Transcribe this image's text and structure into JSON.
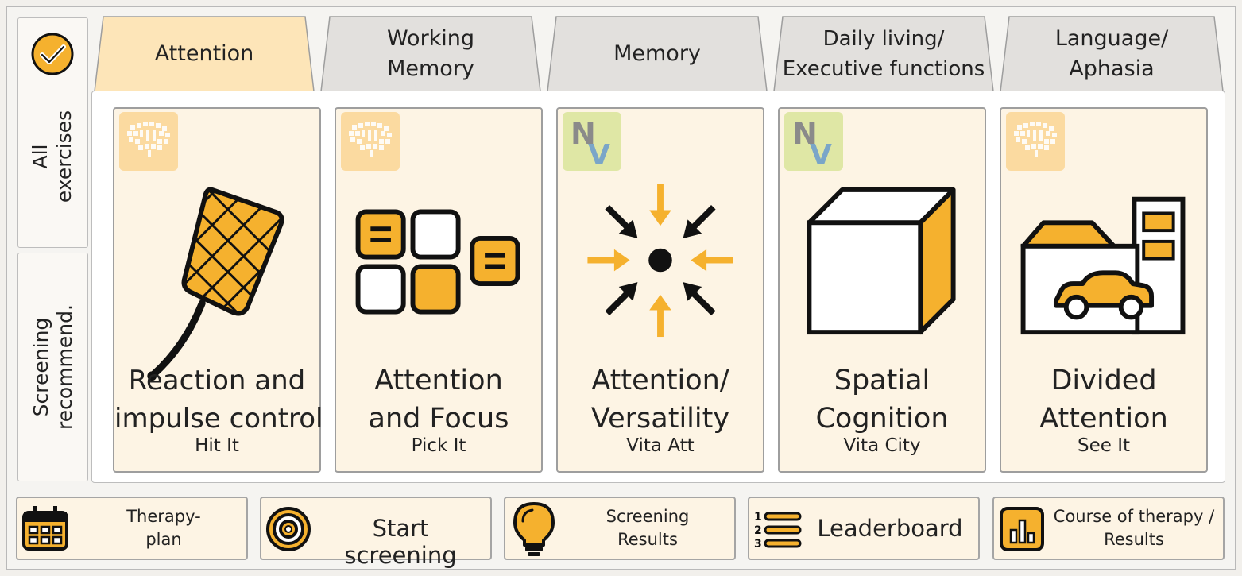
{
  "side_tabs": {
    "all_exercises": "All\nexercises",
    "screening": "Screening\nrecommend."
  },
  "tabs": [
    {
      "label": "Attention",
      "active": true
    },
    {
      "label": "Working\nMemory",
      "active": false
    },
    {
      "label": "Memory",
      "active": false
    },
    {
      "label": "Daily living/\nExecutive functions",
      "active": false
    },
    {
      "label": "Language/\nAphasia",
      "active": false
    }
  ],
  "cards": [
    {
      "title": "Reaction and\nimpulse control",
      "subtitle": "Hit It",
      "badge": "brain-logo",
      "icon": "fly-swatter-icon"
    },
    {
      "title": "Attention\nand Focus",
      "subtitle": "Pick It",
      "badge": "brain-logo",
      "icon": "tiles-icon"
    },
    {
      "title": "Attention/\nVersatility",
      "subtitle": "Vita Att",
      "badge": "nv-logo",
      "icon": "focus-arrows-icon"
    },
    {
      "title": "Spatial\nCognition",
      "subtitle": "Vita City",
      "badge": "nv-logo",
      "icon": "cube-icon"
    },
    {
      "title": "Divided\nAttention",
      "subtitle": "See It",
      "badge": "brain-logo",
      "icon": "car-house-icon"
    }
  ],
  "bottom": {
    "therapy_plan": "Therapy-\nplan",
    "start_screening": "Start screening",
    "screening_results": "Screening\nResults",
    "leaderboard": "Leaderboard",
    "course_results": "Course of therapy /\nResults"
  },
  "colors": {
    "accent": "#f5b12e",
    "active_tab": "#fde5b8",
    "inactive_tab": "#e2e0dd",
    "card_bg": "#fdf4e4"
  }
}
